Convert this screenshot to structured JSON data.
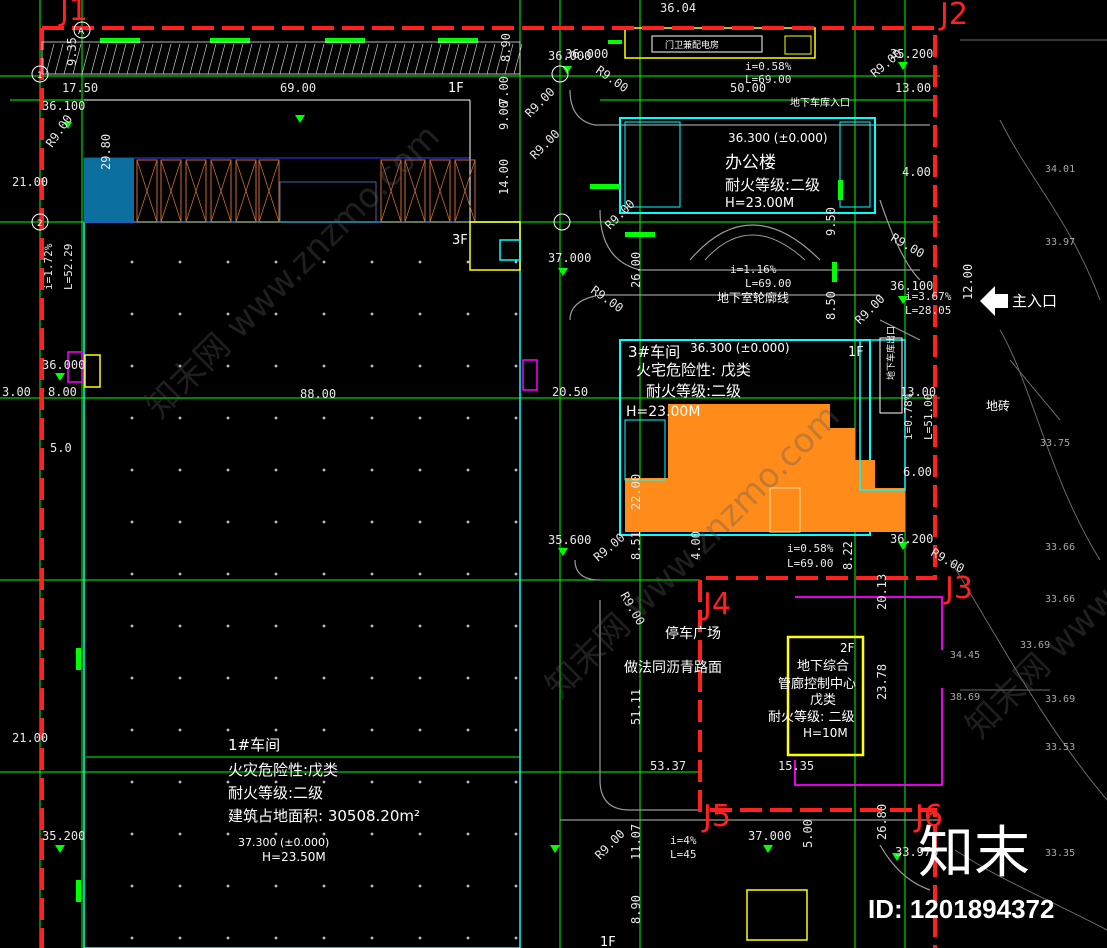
{
  "colors": {
    "background": "#000000",
    "red_boundary": "#ff2020",
    "green": "#00ff00",
    "cyan": "#00ffff",
    "yellow": "#ffff00",
    "magenta": "#ff00ff",
    "orange": "#ff8c1a",
    "blue_grid": "#3a3aff",
    "gray": "#808080"
  },
  "corners": [
    "J1",
    "J2",
    "J3",
    "J4",
    "J5",
    "J6"
  ],
  "axes": [
    "A",
    "1",
    "2"
  ],
  "buildings": {
    "power_room": "门卫兼配电房",
    "office": {
      "name": "办公楼",
      "fire": "耐火等级:二级",
      "height": "H=23.00M",
      "elev": "36.300 (±0.000)"
    },
    "plant3": {
      "name": "3#车间",
      "hazard": "火宅危险性: 戊类",
      "fire": "耐火等级:二级",
      "height": "H=23.00M",
      "elev": "36.300 (±0.000)",
      "floor": "1F"
    },
    "plant1": {
      "name": "1#车间",
      "hazard": "火灾危险性:戊类",
      "fire": "耐火等级:二级",
      "area": "建筑占地面积: 30508.20m²",
      "elev": "37.300 (±0.000)",
      "height": "H=23.50M"
    },
    "utility": {
      "floor": "2F",
      "name1": "地下综合",
      "name2": "管廊控制中心",
      "hazard": "戊类",
      "fire": "耐火等级: 二级",
      "height": "H=10M"
    }
  },
  "labels": {
    "main_entrance": "主入口",
    "underground_entry1": "地下车库入口",
    "underground_corridor": "地下室轮廓线",
    "parking": "停车广场",
    "asphalt": "做法同沥青路面",
    "underground_entry2": "地下车库出口",
    "floor_1f_a": "1F",
    "floor_3f": "3F",
    "floor_1f_b": "1F",
    "lawn": "地砖"
  },
  "dimensions": [
    "9.35",
    "8.90",
    "17.50",
    "69.00",
    "36.100",
    "36.000",
    "50.00",
    "13.00",
    "29.80",
    "21.00",
    "9.00",
    "14.00",
    "7.00",
    "88.00",
    "8.00",
    "3.00",
    "5.0",
    "20.50",
    "22.00",
    "8.51",
    "4.00",
    "8.22",
    "51.11",
    "53.37",
    "15.35",
    "23.78",
    "20.13",
    "21.00",
    "26.80",
    "5.00",
    "11.07",
    "8.90",
    "6.00",
    "12.00",
    "26.00",
    "8.50",
    "9.50",
    "4.00",
    "13.00"
  ],
  "elevations": [
    "36.04",
    "35.200",
    "36.000",
    "37.000",
    "36.000",
    "35.600",
    "36.100",
    "36.200",
    "37.000",
    "33.970",
    "35.200"
  ],
  "slopes": [
    "i=0.58%",
    "L=69.00",
    "i=1.16%",
    "L=69.00",
    "i=3.67%",
    "L=28.05",
    "i=0.58%",
    "L=69.00",
    "i=4%",
    "L=45",
    "i=1.72%",
    "L=52.29",
    "i=0.78%",
    "L=51.00"
  ],
  "radii": [
    "R9.00"
  ],
  "right_spots": [
    "34.01",
    "33.97",
    "33.75",
    "33.66",
    "33.66",
    "34.45",
    "33.69",
    "33.69",
    "33.53",
    "33.35",
    "38.69"
  ],
  "watermark": {
    "site": "知末网 www.znzmo.com",
    "logo": "知末",
    "id": "ID: 1201894372"
  }
}
